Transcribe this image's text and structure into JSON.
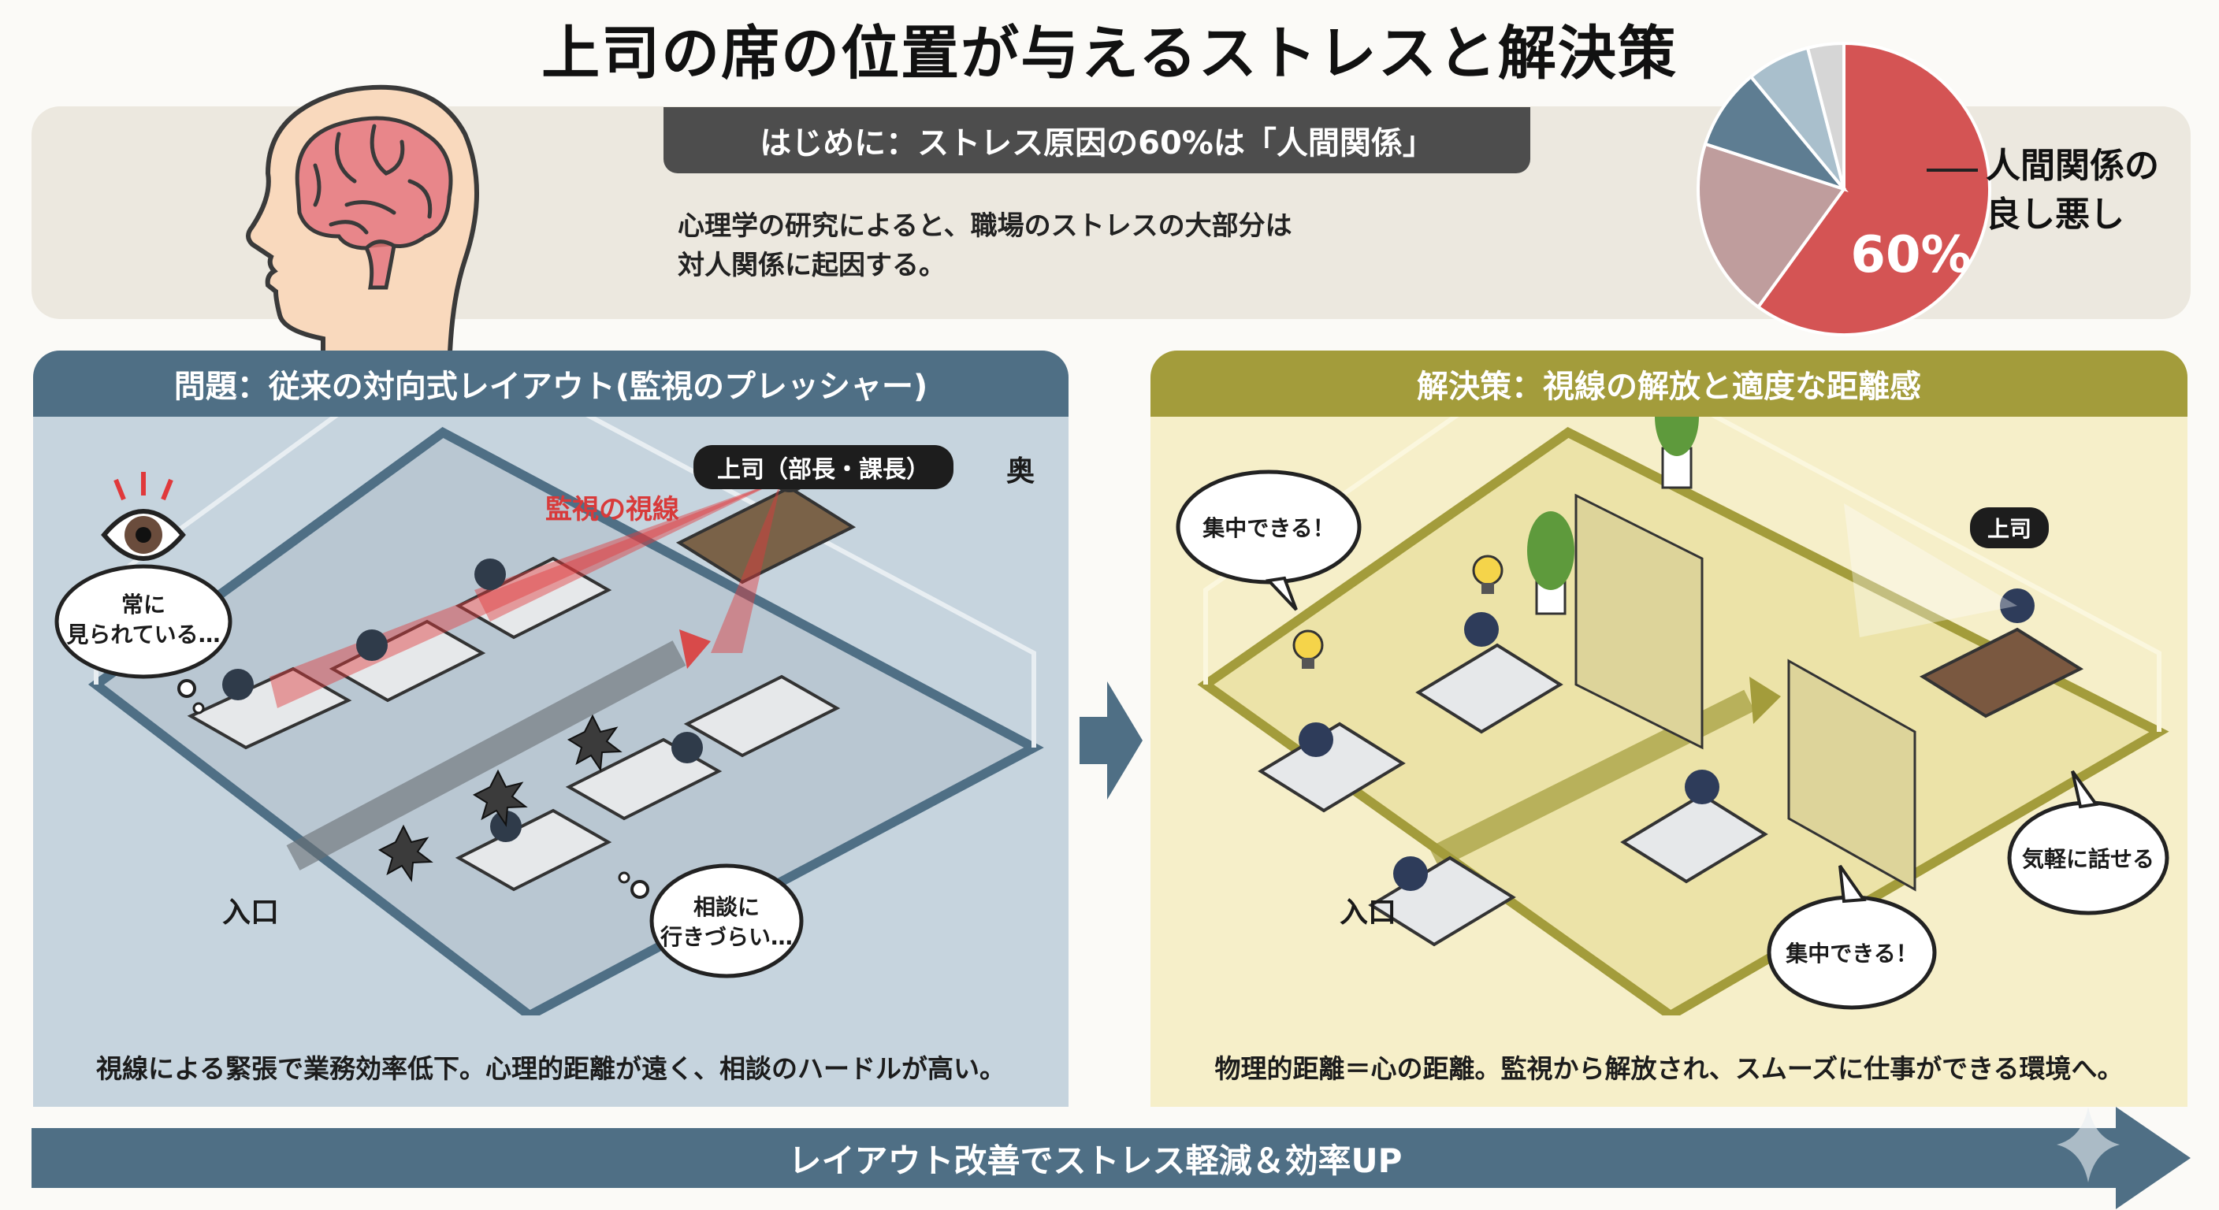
{
  "header": {
    "title": "上司の席の位置が与えるストレスと解決策"
  },
  "intro": {
    "banner": "はじめに：ストレス原因の60%は「人間関係」",
    "text_line1": "心理学の研究によると、職場のストレスの大部分は",
    "text_line2": "対人関係に起因する。",
    "icon": "head-with-brain-icon"
  },
  "chart_data": {
    "type": "pie",
    "title": "",
    "slices": [
      {
        "label": "人間関係の良し悪し",
        "value": 60,
        "color": "#d45454",
        "highlight": true
      },
      {
        "label": "",
        "value": 20,
        "color": "#bf9d9d"
      },
      {
        "label": "",
        "value": 9,
        "color": "#5e7d92"
      },
      {
        "label": "",
        "value": 7,
        "color": "#a9bfcc"
      },
      {
        "label": "",
        "value": 4,
        "color": "#d6d6d6"
      }
    ],
    "start_angle": "12 o'clock, clockwise",
    "data_label": "60%",
    "annotation_line1": "人間関係の",
    "annotation_line2": "良し悪し"
  },
  "problem": {
    "header": "問題：従来の対向式レイアウト(監視のプレッシャー)",
    "boss_tag": "上司（部長・課長）",
    "back_label": "奥",
    "gaze_label": "監視の視線",
    "thought_1_line1": "常に",
    "thought_1_line2": "見られている…",
    "thought_2_line1": "相談に",
    "thought_2_line2": "行きづらい…",
    "entrance_label": "入口",
    "caption": "視線による緊張で業務効率低下。心理的距離が遠く、相談のハードルが高い。",
    "accent_color": "#4f6f85",
    "gaze_color": "#e0393b"
  },
  "solution": {
    "header": "解決策：視線の解放と適度な距離感",
    "boss_tag": "上司",
    "bubble_1": "集中できる！",
    "bubble_2": "気軽に話せる",
    "bubble_3": "集中できる！",
    "entrance_label": "入口",
    "caption": "物理的距離＝心の距離。監視から解放され、スムーズに仕事ができる環境へ。",
    "accent_color": "#a39c3b"
  },
  "footer": {
    "banner": "レイアウト改善でストレス軽減＆効率UP",
    "color": "#4f6f85"
  }
}
